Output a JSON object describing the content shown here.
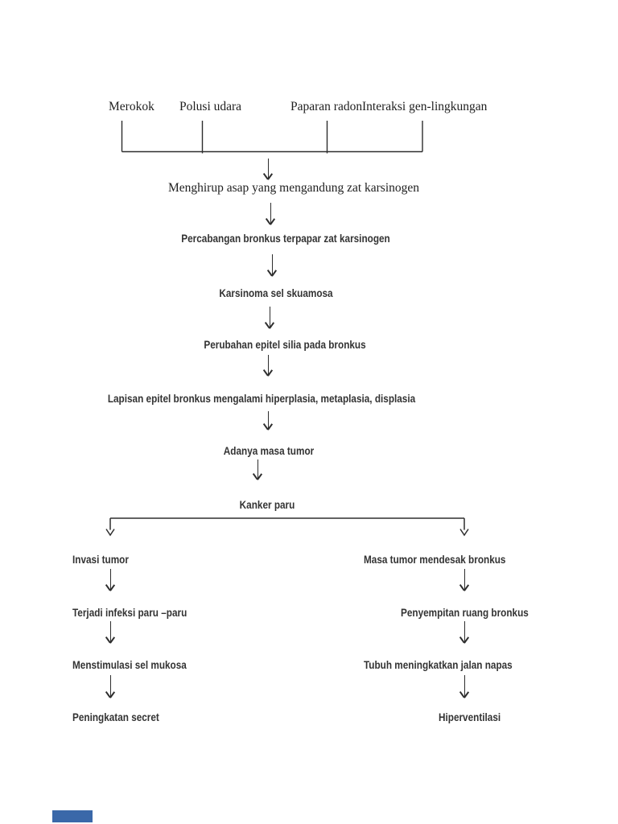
{
  "colors": {
    "background": "#ffffff",
    "serif_text": "#1f1f1f",
    "bold_text": "#333333",
    "line": "#2e2e2e",
    "footer_bar_blue": "#3a68a9"
  },
  "causes": [
    "Merokok",
    "Polusi udara",
    "Paparan radon",
    "Interaksi gen-lingkungan"
  ],
  "chain": [
    "Menghirup asap yang mengandung zat karsinogen",
    "Percabangan bronkus terpapar zat karsinogen",
    "Karsinoma sel skuamosa",
    "Perubahan epitel silia pada bronkus",
    "Lapisan epitel bronkus mengalami hiperplasia, metaplasia, displasia",
    "Adanya masa tumor",
    "Kanker paru"
  ],
  "left_branch": [
    "Invasi tumor",
    "Terjadi infeksi paru –paru",
    "Menstimulasi sel mukosa",
    "Peningkatan secret"
  ],
  "right_branch": [
    "Masa tumor mendesak bronkus",
    "Penyempitan ruang bronkus",
    "Tubuh meningkatkan jalan napas",
    "Hiperventilasi"
  ]
}
